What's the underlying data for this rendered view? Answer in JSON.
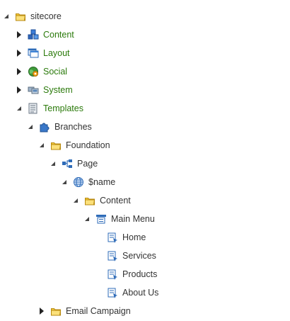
{
  "tree": {
    "root": {
      "label": "sitecore",
      "state": "expanded",
      "icon": "folder-icon"
    },
    "content": {
      "label": "Content",
      "state": "collapsed",
      "icon": "content-cubes-icon",
      "color": "#2b7a0b"
    },
    "layout": {
      "label": "Layout",
      "state": "collapsed",
      "icon": "layout-windows-icon",
      "color": "#2b7a0b"
    },
    "social": {
      "label": "Social",
      "state": "collapsed",
      "icon": "social-globe-icon",
      "color": "#2b7a0b"
    },
    "system": {
      "label": "System",
      "state": "collapsed",
      "icon": "system-computers-icon",
      "color": "#2b7a0b"
    },
    "templates": {
      "label": "Templates",
      "state": "expanded",
      "icon": "templates-document-icon",
      "color": "#2b7a0b"
    },
    "branches": {
      "label": "Branches",
      "state": "expanded",
      "icon": "branches-puzzle-icon"
    },
    "foundation": {
      "label": "Foundation",
      "state": "expanded",
      "icon": "folder-icon"
    },
    "page": {
      "label": "Page",
      "state": "expanded",
      "icon": "branch-structure-icon"
    },
    "name": {
      "label": "$name",
      "state": "expanded",
      "icon": "globe-item-icon"
    },
    "content_folder": {
      "label": "Content",
      "state": "expanded",
      "icon": "folder-icon"
    },
    "main_menu": {
      "label": "Main Menu",
      "state": "expanded",
      "icon": "menu-list-icon"
    },
    "home": {
      "label": "Home",
      "state": "leaf",
      "icon": "menu-item-icon"
    },
    "services": {
      "label": "Services",
      "state": "leaf",
      "icon": "menu-item-icon"
    },
    "products": {
      "label": "Products",
      "state": "leaf",
      "icon": "menu-item-icon"
    },
    "about_us": {
      "label": "About Us",
      "state": "leaf",
      "icon": "menu-item-icon"
    },
    "email_campaign": {
      "label": "Email Campaign",
      "state": "collapsed",
      "icon": "folder-icon"
    }
  }
}
